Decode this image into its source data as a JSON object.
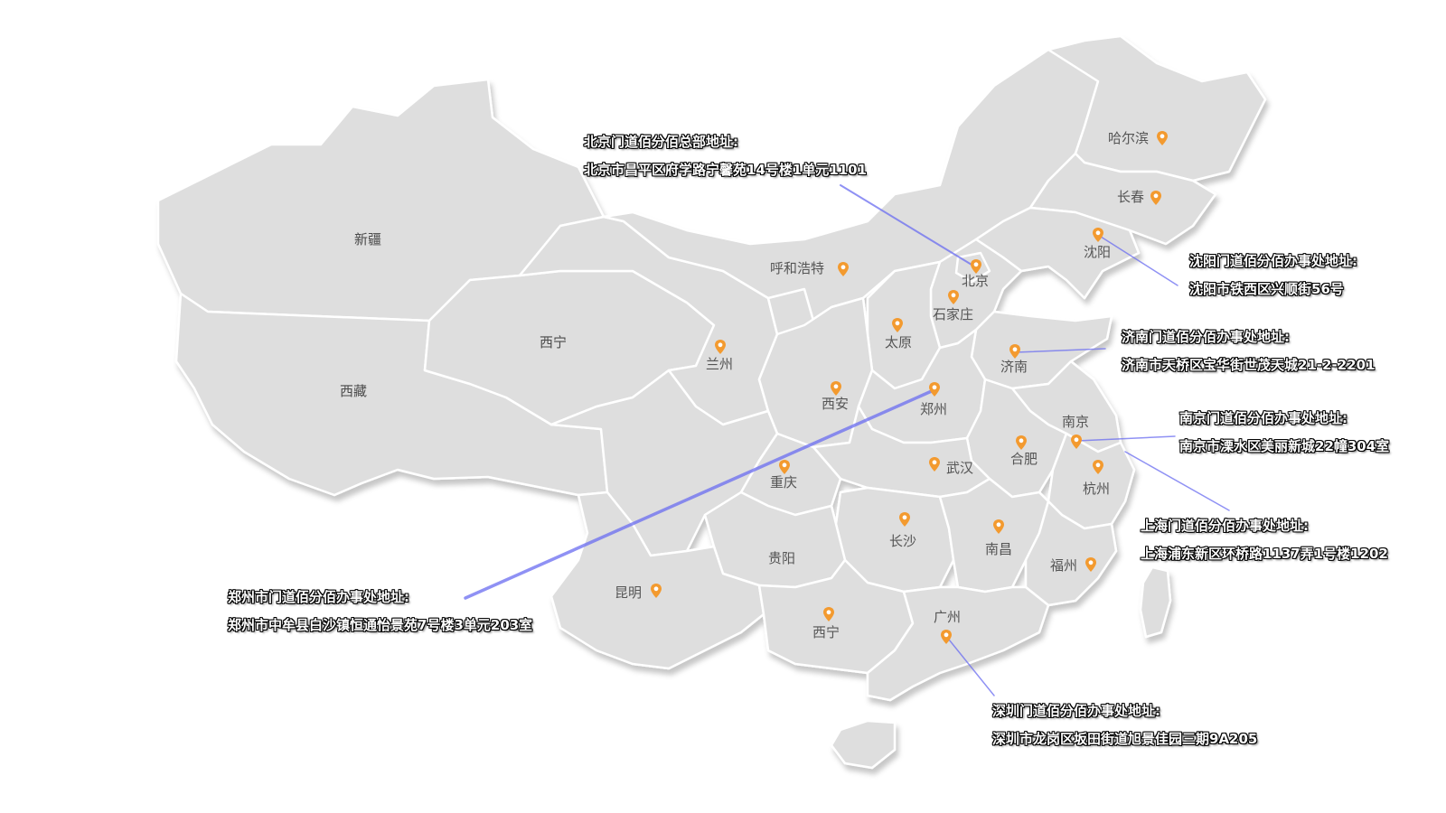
{
  "map": {
    "region_labels": [
      {
        "id": "xinjiang",
        "name": "新疆"
      },
      {
        "id": "xizang",
        "name": "西藏"
      },
      {
        "id": "qinghai",
        "name": "西宁"
      }
    ],
    "cities": [
      {
        "id": "harbin",
        "name": "哈尔滨"
      },
      {
        "id": "changchun",
        "name": "长春"
      },
      {
        "id": "shenyang",
        "name": "沈阳"
      },
      {
        "id": "hohhot",
        "name": "呼和浩特"
      },
      {
        "id": "beijing",
        "name": "北京"
      },
      {
        "id": "shijiazhuang",
        "name": "石家庄"
      },
      {
        "id": "taiyuan",
        "name": "太原"
      },
      {
        "id": "jinan",
        "name": "济南"
      },
      {
        "id": "lanzhou",
        "name": "兰州"
      },
      {
        "id": "xian",
        "name": "西安"
      },
      {
        "id": "zhengzhou",
        "name": "郑州"
      },
      {
        "id": "nanjing",
        "name": "南京"
      },
      {
        "id": "hefei",
        "name": "合肥"
      },
      {
        "id": "wuhan",
        "name": "武汉"
      },
      {
        "id": "hangzhou",
        "name": "杭州"
      },
      {
        "id": "chongqing",
        "name": "重庆"
      },
      {
        "id": "changsha",
        "name": "长沙"
      },
      {
        "id": "nanchang",
        "name": "南昌"
      },
      {
        "id": "guiyang",
        "name": "贵阳"
      },
      {
        "id": "fuzhou",
        "name": "福州"
      },
      {
        "id": "kunming",
        "name": "昆明"
      },
      {
        "id": "nanning",
        "name": "西宁"
      },
      {
        "id": "guangzhou",
        "name": "广州"
      }
    ],
    "offices": [
      {
        "id": "beijing",
        "title": "北京门道佰分佰总部地址:",
        "address": "北京市昌平区府学路宁馨苑14号楼1单元1101"
      },
      {
        "id": "shenyang",
        "title": "沈阳门道佰分佰办事处地址:",
        "address": "沈阳市铁西区兴顺街56号"
      },
      {
        "id": "jinan",
        "title": "济南门道佰分佰办事处地址:",
        "address": "济南市天桥区宝华街世茂天城21-2-2201"
      },
      {
        "id": "nanjing",
        "title": "南京门道佰分佰办事处地址:",
        "address": "南京市溧水区美丽新城22幢304室"
      },
      {
        "id": "shanghai",
        "title": "上海门道佰分佰办事处地址:",
        "address": "上海浦东新区环桥路1137弄1号楼1202"
      },
      {
        "id": "zhengzhou",
        "title": "郑州市门道佰分佰办事处地址:",
        "address": "郑州市中牟县白沙镇恒通怡景苑7号楼3单元203室"
      },
      {
        "id": "shenzhen",
        "title": "深圳门道佰分佰办事处地址:",
        "address": "深圳市龙岗区坂田街道旭景佳园三期9A205"
      }
    ],
    "colors": {
      "province_fill": "#dedede",
      "province_border": "#ffffff",
      "pin": "#f39a2f",
      "leader_line": "#6a6cf0",
      "label_text": "#ffffff"
    }
  }
}
